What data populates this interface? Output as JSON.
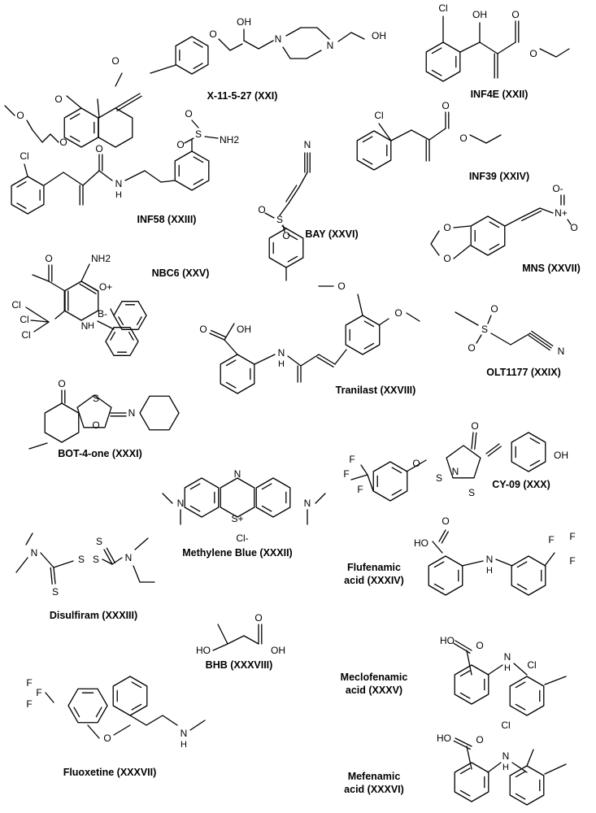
{
  "compounds": [
    {
      "key": "xxi",
      "caption": "X-11-5-27 (XXI)",
      "atoms": [
        "O",
        "OH",
        "N",
        "N",
        "OH",
        "O",
        "O",
        "O",
        "O"
      ]
    },
    {
      "key": "xxii",
      "caption": "INF4E (XXII)",
      "atoms": [
        "Cl",
        "OH",
        "O",
        "O"
      ]
    },
    {
      "key": "xxiii",
      "caption": "INF58 (XXIII)",
      "atoms": [
        "Cl",
        "O",
        "N",
        "H",
        "S",
        "O",
        "O",
        "NH2"
      ]
    },
    {
      "key": "xxiv",
      "caption": "INF39 (XXIV)",
      "atoms": [
        "Cl",
        "O",
        "O"
      ]
    },
    {
      "key": "xxv",
      "caption": "NBC6 (XXV)",
      "atoms": [
        "O",
        "NH2",
        "O+",
        "B-",
        "Cl",
        "Cl",
        "Cl",
        "N",
        "H"
      ]
    },
    {
      "key": "xxvi",
      "caption": "BAY (XXVI)",
      "atoms": [
        "N",
        "S",
        "O",
        "O"
      ]
    },
    {
      "key": "xxvii",
      "caption": "MNS (XXVII)",
      "atoms": [
        "O",
        "O",
        "N+",
        "O-",
        "O"
      ]
    },
    {
      "key": "xxviii",
      "caption": "Tranilast (XXVIII)",
      "atoms": [
        "O",
        "OH",
        "N",
        "H",
        "O",
        "O",
        "O"
      ]
    },
    {
      "key": "xxix",
      "caption": "OLT1177 (XXIX)",
      "atoms": [
        "S",
        "O",
        "O",
        "N"
      ]
    },
    {
      "key": "xxx",
      "caption": "CY-09 (XXX)",
      "atoms": [
        "O",
        "F",
        "F",
        "F",
        "N",
        "S",
        "S",
        "O",
        "OH"
      ]
    },
    {
      "key": "xxxi",
      "caption": "BOT-4-one (XXXI)",
      "atoms": [
        "O",
        "S",
        "O",
        "N"
      ]
    },
    {
      "key": "xxxii",
      "caption": "Methylene Blue (XXXII)",
      "atoms": [
        "N",
        "S+",
        "N",
        "N",
        "Cl-"
      ]
    },
    {
      "key": "xxxiii",
      "caption": "Disulfiram (XXXIII)",
      "atoms": [
        "N",
        "S",
        "S",
        "S",
        "S",
        "N"
      ]
    },
    {
      "key": "xxxiv",
      "caption": [
        "Flufenamic",
        "acid (XXXIV)"
      ],
      "atoms": [
        "HO",
        "O",
        "N",
        "H",
        "F",
        "F",
        "F"
      ]
    },
    {
      "key": "xxxv",
      "caption": [
        "Meclofenamic",
        "acid (XXXV)"
      ],
      "atoms": [
        "HO",
        "O",
        "N",
        "H",
        "Cl",
        "Cl"
      ]
    },
    {
      "key": "xxxvi",
      "caption": [
        "Mefenamic",
        "acid (XXXVI)"
      ],
      "atoms": [
        "HO",
        "O",
        "N",
        "H"
      ]
    },
    {
      "key": "xxxvii",
      "caption": "Fluoxetine (XXXVII)",
      "atoms": [
        "F",
        "F",
        "F",
        "O",
        "N",
        "H"
      ]
    },
    {
      "key": "xxxviii",
      "caption": "BHB (XXXVIII)",
      "atoms": [
        "O",
        "HO",
        "OH"
      ]
    }
  ]
}
